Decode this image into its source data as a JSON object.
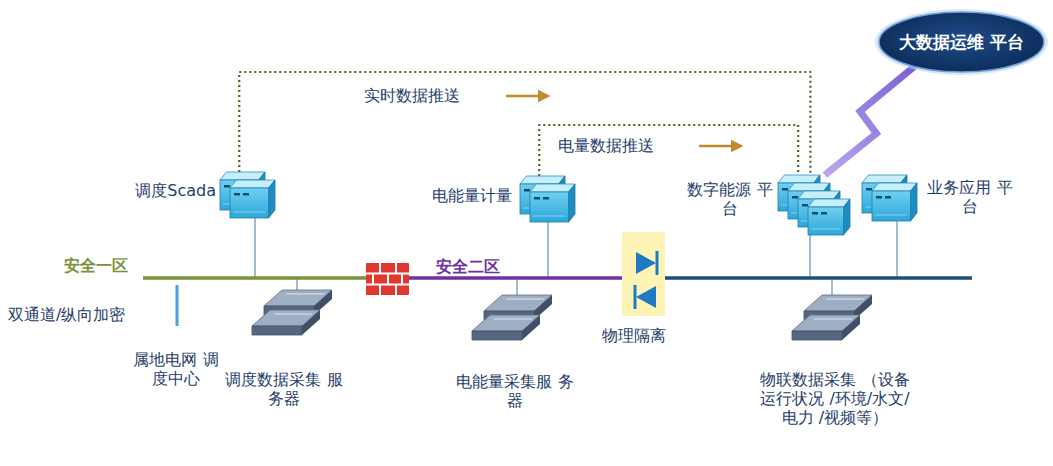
{
  "diagram": {
    "nodes": [
      {
        "text": [
          "大数据运维 平台"
        ]
      },
      {
        "text": [
          "调度Scada"
        ]
      },
      {
        "text": [
          "电能量计量"
        ]
      },
      {
        "text": [
          "数字能源 平台"
        ]
      },
      {
        "text": [
          "业务应用 平台"
        ]
      },
      {
        "text": [
          "调度数据采集 服务器"
        ]
      },
      {
        "text": [
          "电能量采集服 务器"
        ]
      },
      {
        "text": [
          "物联数据采集 （设备运行状况 /环境/水文/电力 /视频等）"
        ]
      }
    ],
    "edges": [
      {
        "from": 1,
        "to": 3,
        "arrow": "none",
        "label": "实时数据推送"
      },
      {
        "from": 2,
        "to": 3,
        "arrow": "none",
        "label": "电量数据推送"
      },
      {
        "from": 3,
        "to": 0,
        "arrow": "none"
      }
    ],
    "labels": [
      "安全一区",
      "安全二区",
      "双通道/纵向加密",
      "属地电网 调度中心",
      "物理隔离"
    ]
  }
}
